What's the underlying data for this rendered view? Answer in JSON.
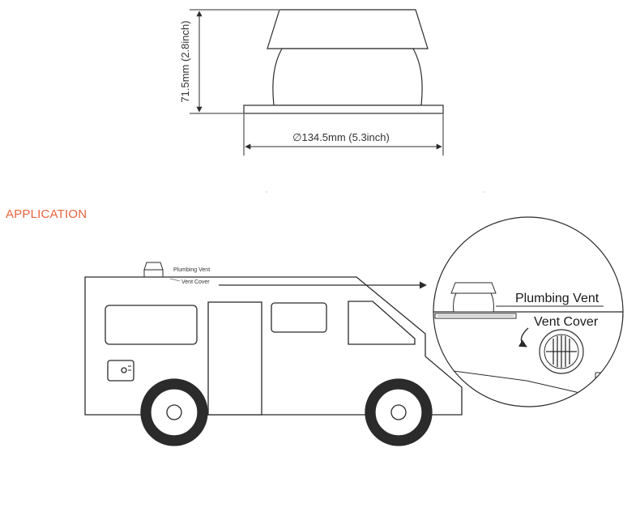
{
  "product_drawing": {
    "height_label": "71.5mm (2.8inch)",
    "diameter_label": "∅134.5mm (5.3inch)"
  },
  "section": {
    "title": "APPLICATION",
    "title_color": "#e8643c"
  },
  "rv_callouts": {
    "plumbing_vent_small": "Plumbing Vent",
    "vent_cover_small": "Vent Cover"
  },
  "zoom_callouts": {
    "plumbing_vent": "Plumbing Vent",
    "vent_cover": "Vent Cover"
  },
  "colors": {
    "line": "#2b2b2b",
    "accent": "#e8643c"
  }
}
